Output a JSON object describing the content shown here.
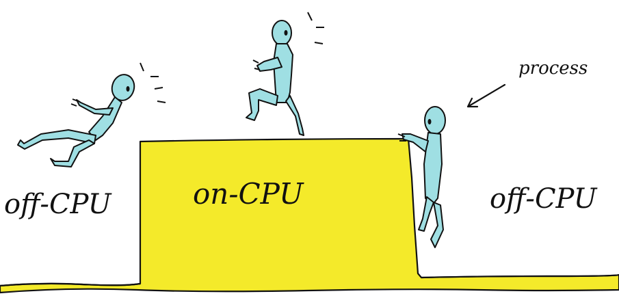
{
  "labels": {
    "left_region": "off-CPU",
    "center_region": "on-CPU",
    "right_region": "off-CPU",
    "annotation": "process"
  },
  "colors": {
    "cpu_block_fill": "#f4ea2a",
    "figure_fill": "#9fdfe3",
    "ink": "#111111",
    "background": "#ffffff"
  },
  "figures": [
    {
      "name": "falling-process-figure",
      "state": "falling off (left)"
    },
    {
      "name": "running-process-figure",
      "state": "running on CPU"
    },
    {
      "name": "climbing-process-figure",
      "state": "climbing on (right)"
    }
  ]
}
